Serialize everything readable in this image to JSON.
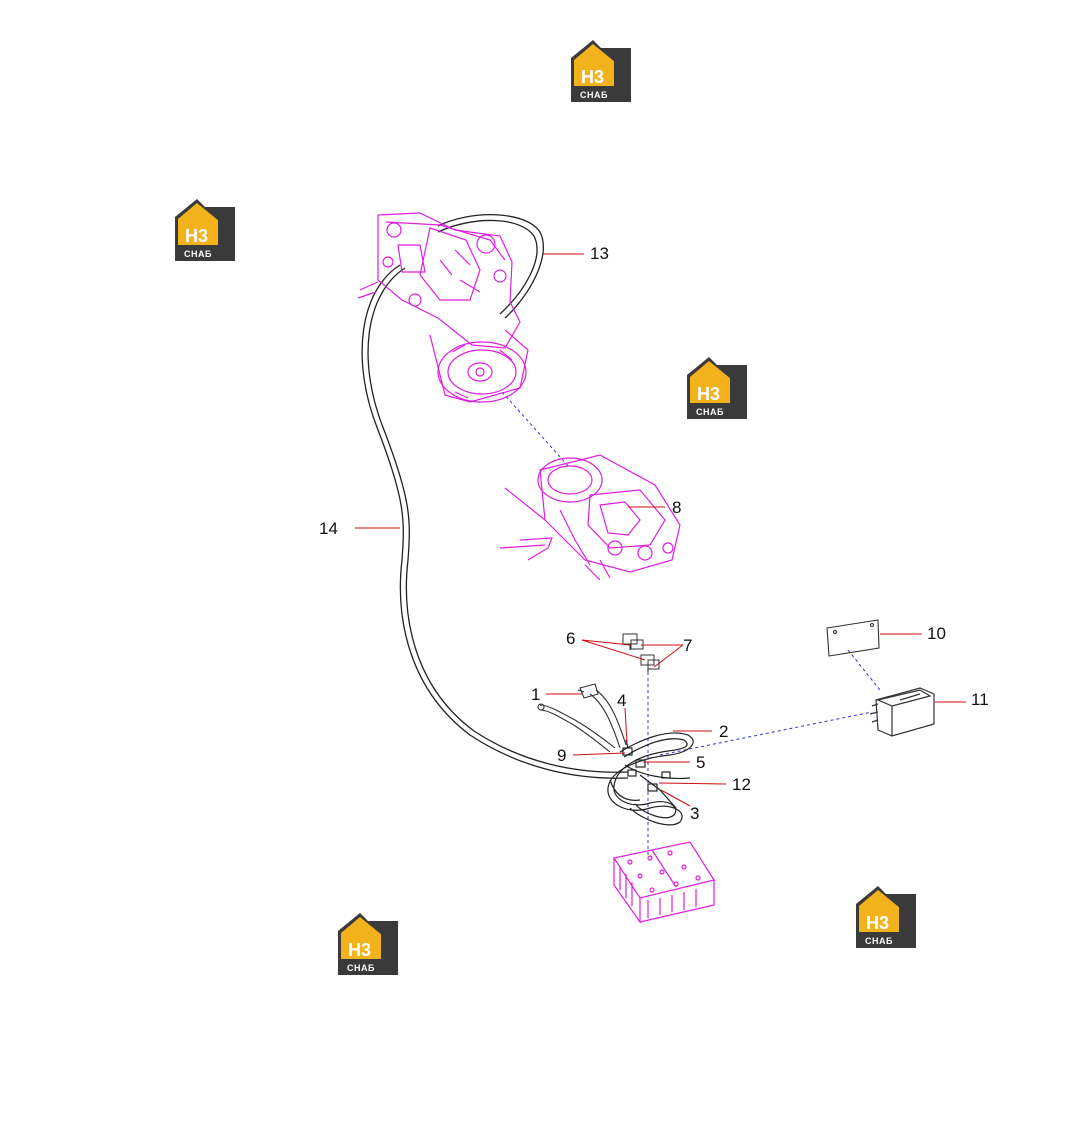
{
  "colors": {
    "part": "#e01ee0",
    "leader": "#cc1111",
    "dashed": "#3333cc",
    "cable": "#222222",
    "logo_gold": "#f2b21c",
    "logo_dark": "#3a3a3a"
  },
  "watermark": {
    "letters": "H3",
    "word": "СНАБ"
  },
  "callouts": {
    "c1": "1",
    "c2": "2",
    "c3": "3",
    "c4": "4",
    "c5": "5",
    "c6": "6",
    "c7": "7",
    "c8": "8",
    "c9": "9",
    "c10": "10",
    "c11": "11",
    "c12": "12",
    "c13": "13",
    "c14": "14"
  }
}
